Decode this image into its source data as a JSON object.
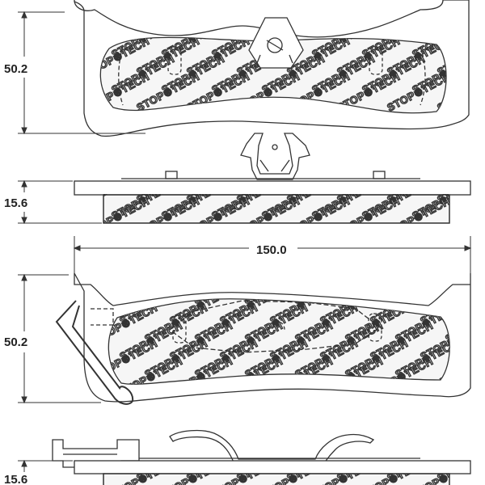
{
  "dimensions": {
    "top_height": "50.2",
    "top_thickness": "15.6",
    "width": "150.0",
    "bottom_height": "50.2",
    "bottom_thickness": "15.6"
  },
  "watermark": {
    "brand": "STOP",
    "brand_suffix": "TECH"
  },
  "colors": {
    "line": "#333333",
    "pad_fill": "#f6f6f6",
    "watermark": "#d3d3d3",
    "dim": "#222222"
  }
}
